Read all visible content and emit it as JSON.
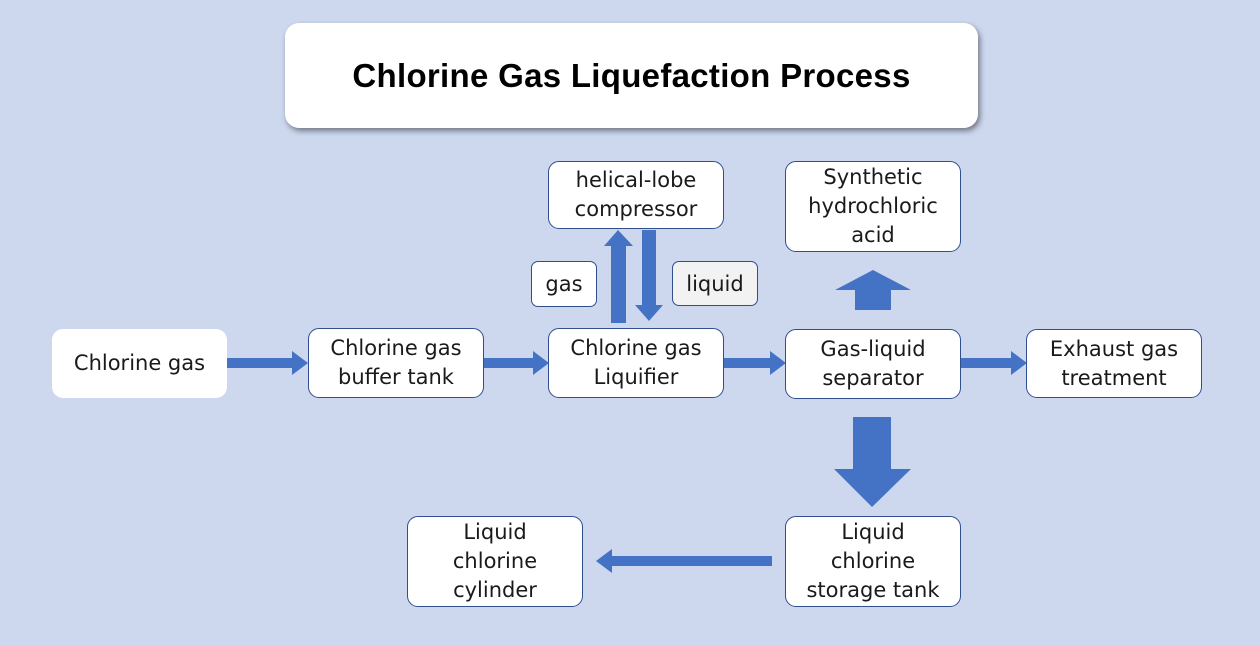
{
  "diagram": {
    "title": "Chlorine Gas Liquefaction Process",
    "colors": {
      "background": "#cdd8ee",
      "arrow": "#4472c4",
      "box_border": "#2f4f8f"
    },
    "nodes": {
      "chlorine_gas": "Chlorine gas",
      "buffer_tank": "Chlorine gas\nbuffer tank",
      "liquifier": "Chlorine gas\nLiquifier",
      "compressor": "helical-lobe\ncompressor",
      "separator": "Gas-liquid\nseparator",
      "hydrochloric_acid": "Synthetic\nhydrochloric\nacid",
      "exhaust": "Exhaust gas\ntreatment",
      "storage_tank": "Liquid\nchlorine\nstorage tank",
      "cylinder": "Liquid\nchlorine\ncylinder"
    },
    "labels": {
      "gas": "gas",
      "liquid": "liquid"
    },
    "edges": [
      {
        "from": "Chlorine gas",
        "to": "Chlorine gas buffer tank"
      },
      {
        "from": "Chlorine gas buffer tank",
        "to": "Chlorine gas Liquifier"
      },
      {
        "from": "Chlorine gas Liquifier",
        "to": "helical-lobe compressor",
        "label": "gas"
      },
      {
        "from": "helical-lobe compressor",
        "to": "Chlorine gas Liquifier",
        "label": "liquid"
      },
      {
        "from": "Chlorine gas Liquifier",
        "to": "Gas-liquid separator"
      },
      {
        "from": "Gas-liquid separator",
        "to": "Synthetic hydrochloric acid"
      },
      {
        "from": "Gas-liquid separator",
        "to": "Exhaust gas treatment"
      },
      {
        "from": "Gas-liquid separator",
        "to": "Liquid chlorine storage tank"
      },
      {
        "from": "Liquid chlorine storage tank",
        "to": "Liquid chlorine cylinder"
      }
    ]
  }
}
